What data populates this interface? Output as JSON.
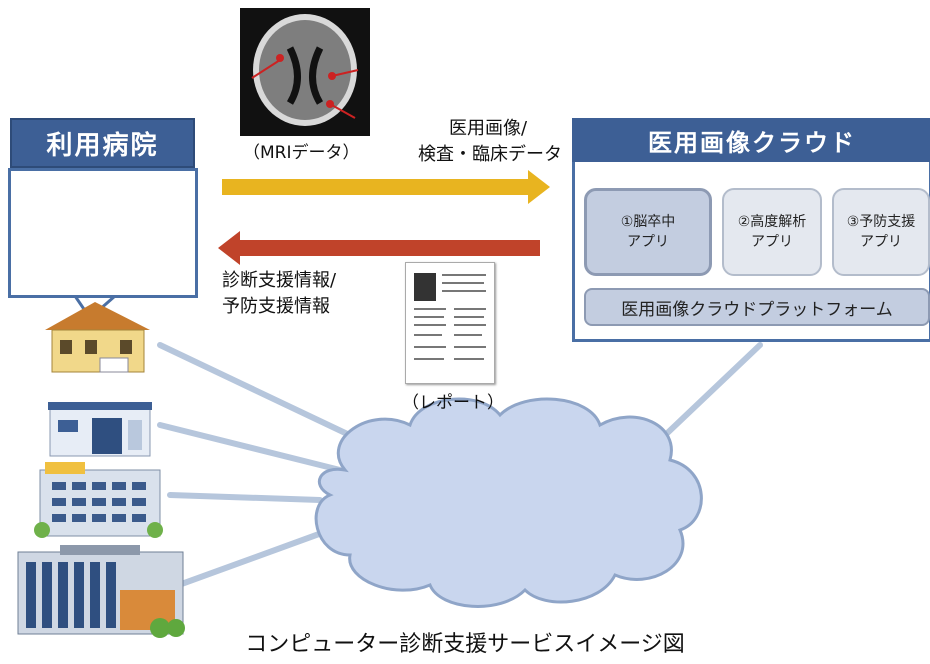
{
  "hospital": {
    "title": "利用病院"
  },
  "cloud": {
    "title": "医用画像クラウド",
    "apps": [
      {
        "line1": "①脳卒中",
        "line2": "アプリ"
      },
      {
        "line1": "②高度解析",
        "line2": "アプリ"
      },
      {
        "line1": "③予防支援",
        "line2": "アプリ"
      }
    ],
    "platform": "医用画像クラウドプラットフォーム"
  },
  "mri": {
    "label": "（MRIデータ）"
  },
  "arrow_upper": {
    "line1": "医用画像/",
    "line2": "検査・臨床データ"
  },
  "arrow_lower": {
    "line1": "診断支援情報/",
    "line2": "予防支援情報"
  },
  "report": {
    "label": "（レポート）"
  },
  "caption": "コンピューター診断支援サービスイメージ図",
  "colors": {
    "title_bg": "#3d5f95",
    "upper_arrow": "#e8b420",
    "lower_arrow": "#c0432a",
    "cloud_fill": "#c9d6ee",
    "connector": "#b6c6dc"
  }
}
